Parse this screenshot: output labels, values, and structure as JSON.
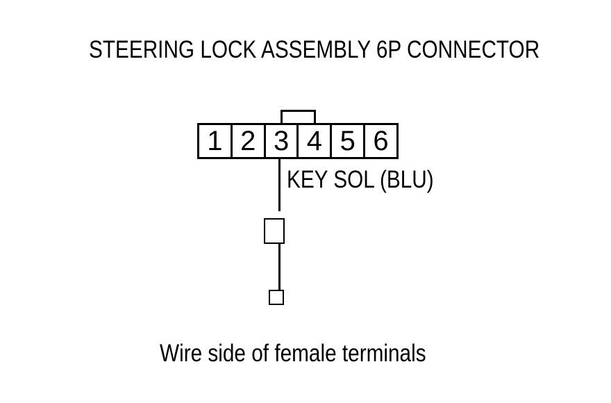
{
  "page": {
    "background": "#ffffff",
    "line_color": "#000000"
  },
  "title": "STEERING LOCK ASSEMBLY 6P CONNECTOR",
  "connector": {
    "pin_count": "6P",
    "pins": [
      "1",
      "2",
      "3",
      "4",
      "5",
      "6"
    ],
    "key_tab_between_pins": "3-4"
  },
  "wire": {
    "label": "KEY SOL (BLU)",
    "from_pin": "3"
  },
  "caption": "Wire side of female terminals"
}
